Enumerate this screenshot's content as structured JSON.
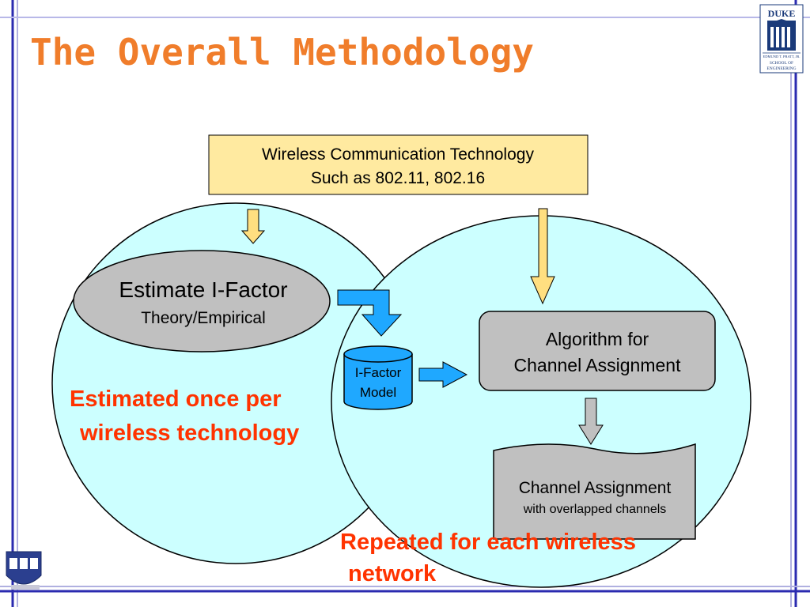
{
  "slide": {
    "title": "The Overall Methodology"
  },
  "logo": {
    "name": "DUKE",
    "line1": "EDMUND T. PRATT, JR.",
    "line2": "SCHOOL OF",
    "line3": "ENGINEERING"
  },
  "diagram": {
    "tech_box": {
      "line1": "Wireless Communication Technology",
      "line2": "Such as 802.11, 802.16"
    },
    "estimate": {
      "line1": "Estimate I-Factor",
      "line2": "Theory/Empirical"
    },
    "model": {
      "line1": "I-Factor",
      "line2": "Model"
    },
    "algorithm": {
      "line1": "Algorithm for",
      "line2": "Channel Assignment"
    },
    "result": {
      "line1": "Channel Assignment",
      "line2": "with overlapped channels"
    },
    "note_left": {
      "line1": "Estimated once per",
      "line2": "wireless technology"
    },
    "note_right": {
      "line1": "Repeated for each wireless",
      "line2": "network"
    }
  },
  "colors": {
    "title": "#f07d2b",
    "accent_red": "#ff3300",
    "frame_blue": "#2b2bb0",
    "circle_fill": "#ccffff",
    "tech_box_fill": "#ffeaa0",
    "node_gray": "#c0c0c0",
    "model_fill": "#1fa8ff",
    "arrow_yellow": "#ffdf80",
    "arrow_blue": "#1fa8ff"
  }
}
